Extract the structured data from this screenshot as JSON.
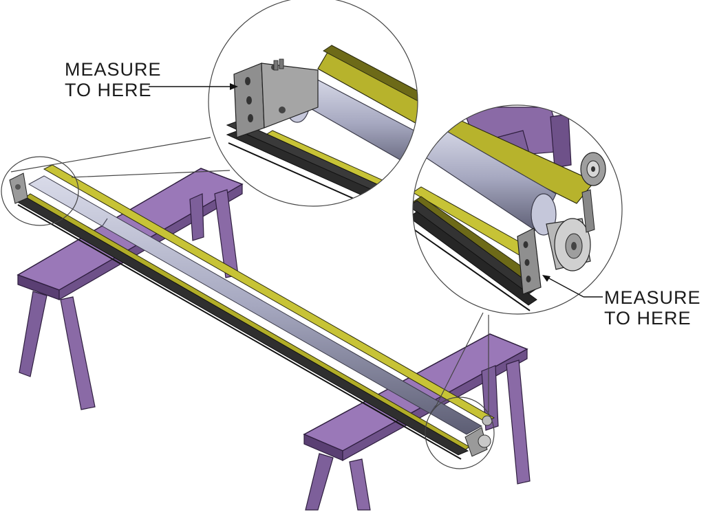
{
  "callouts": {
    "left": {
      "line1": "MEASURE",
      "line2": "TO HERE"
    },
    "right": {
      "line1": "MEASURE",
      "line2": "TO HERE"
    }
  },
  "colors": {
    "sawhorse": "#8a6aa6",
    "sawhorse_dark": "#5a3f73",
    "yellow_rail": "#b9b52a",
    "yellow_dark": "#6d6a18",
    "roller": "#b4b6cc",
    "roller_dark": "#6f7088",
    "extrusion": "#333333",
    "bracket": "#8a8a8a"
  }
}
